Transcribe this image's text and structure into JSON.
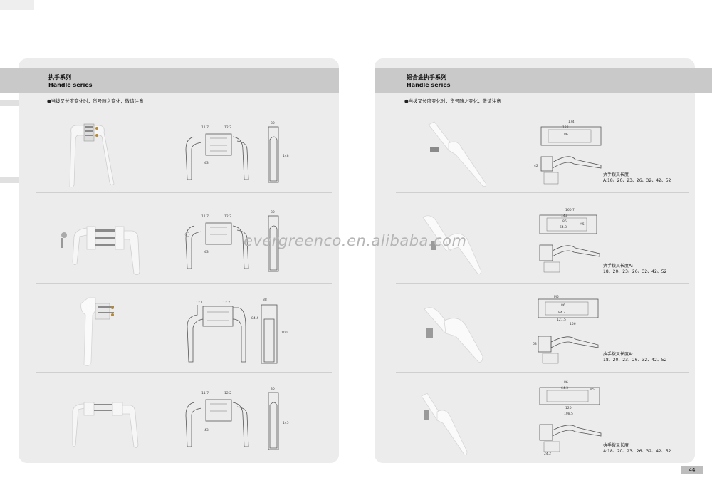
{
  "left": {
    "title_cn": "执手系列",
    "title_en": "Handle series",
    "note": "●当拨叉长度变化时，货号随之变化，敬请注意",
    "dims": {
      "r1": [
        "11.7",
        "12.2",
        "30",
        "43",
        "148"
      ],
      "r2": [
        "11.7",
        "12.2",
        "30",
        "43"
      ],
      "r3": [
        "12.1",
        "12.2",
        "38",
        "84.4",
        "100"
      ],
      "r4": [
        "11.7",
        "12.2",
        "30",
        "43",
        "145"
      ]
    }
  },
  "right": {
    "title_cn": "铝合金执手系列",
    "title_en": "Handle series",
    "note": "●当拨叉长度变化时，货号随之变化，敬请注意",
    "specs": [
      {
        "label": "执手拨叉长度",
        "values": "A:18、20、23、26、32、42、52"
      },
      {
        "label": "执手拨叉长度A:",
        "values": "18、20、23、26、32、42、52"
      },
      {
        "label": "执手拨叉长度A:",
        "values": "18、20、23、26、32、42、52"
      },
      {
        "label": "执手拨叉长度",
        "values": "A:18、20、23、26、32、42、52"
      }
    ],
    "dims": {
      "r1": [
        "174",
        "122",
        "86",
        "42"
      ],
      "r2": [
        "160.7",
        "143",
        "86",
        "64.3",
        "M5"
      ],
      "r3": [
        "M5",
        "86",
        "84.3",
        "121.5",
        "156",
        "68"
      ],
      "r4": [
        "86",
        "64.3",
        "120",
        "108.5",
        "M5",
        "24.2"
      ]
    }
  },
  "watermark": "evergreenco.en.alibaba.com",
  "page_number": "44",
  "colors": {
    "panel": "#ececec",
    "band": "#c9c9c9",
    "line": "#555555"
  }
}
